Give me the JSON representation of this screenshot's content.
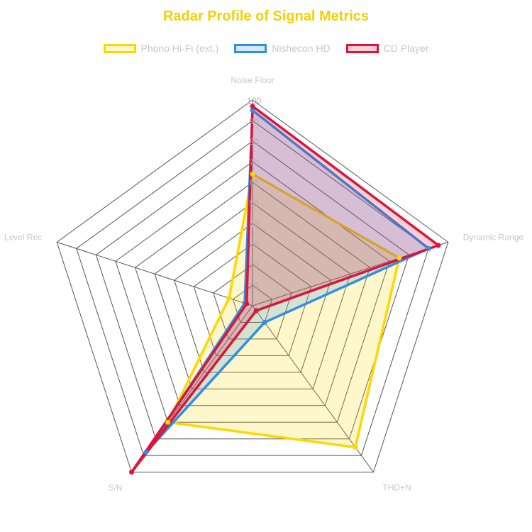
{
  "chart_data": {
    "type": "radar",
    "title": "Radar Profile of Signal Metrics",
    "axes": [
      "Noise Floor",
      "Dynamic Range",
      "THD+N",
      "S/N",
      "Level Rec"
    ],
    "r_range": [
      0,
      100
    ],
    "ticks": [
      10,
      20,
      30,
      40,
      50,
      60,
      70,
      80,
      90,
      100
    ],
    "grid": true,
    "legend_position": "top",
    "series": [
      {
        "name": "Phono Hi-Fi (ext.)",
        "values": [
          64,
          75,
          85,
          70,
          12
        ],
        "color": "#ffd700",
        "fill": "rgba(255,215,0,0.2)"
      },
      {
        "name": "Nishecon HD",
        "values": [
          95,
          90,
          10,
          88,
          4
        ],
        "color": "#2e8fe6",
        "fill": "rgba(46,143,230,0.2)"
      },
      {
        "name": "CD Player",
        "values": [
          97,
          95,
          3,
          100,
          3
        ],
        "color": "#dc143c",
        "fill": "rgba(220,20,60,0.2)"
      }
    ]
  }
}
